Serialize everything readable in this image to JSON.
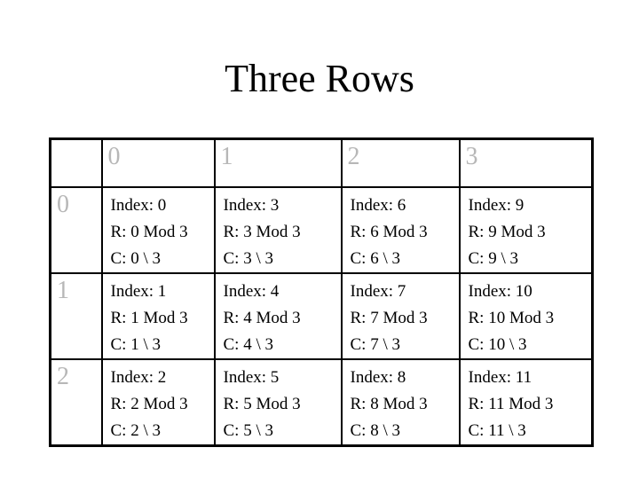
{
  "title": "Three Rows",
  "colors": {
    "background": "#ffffff",
    "border": "#000000",
    "header_text": "#b7b7b7",
    "cell_text": "#000000"
  },
  "table": {
    "corner_label": "",
    "column_headers": [
      "0",
      "1",
      "2",
      "3"
    ],
    "rows": [
      {
        "header": "0",
        "cells": [
          {
            "index": "Index: 0",
            "r": "R: 0 Mod 3",
            "c": "C: 0 \\ 3"
          },
          {
            "index": "Index: 3",
            "r": "R: 3 Mod 3",
            "c": "C: 3 \\ 3"
          },
          {
            "index": "Index: 6",
            "r": "R: 6 Mod 3",
            "c": "C: 6 \\ 3"
          },
          {
            "index": "Index: 9",
            "r": "R: 9 Mod 3",
            "c": "C: 9 \\ 3"
          }
        ]
      },
      {
        "header": "1",
        "cells": [
          {
            "index": "Index: 1",
            "r": "R: 1 Mod 3",
            "c": "C: 1 \\ 3"
          },
          {
            "index": "Index: 4",
            "r": "R: 4 Mod 3",
            "c": "C: 4 \\ 3"
          },
          {
            "index": "Index: 7",
            "r": "R: 7 Mod 3",
            "c": "C: 7 \\ 3"
          },
          {
            "index": "Index: 10",
            "r": "R: 10 Mod 3",
            "c": "C: 10 \\ 3"
          }
        ]
      },
      {
        "header": "2",
        "cells": [
          {
            "index": "Index: 2",
            "r": "R: 2 Mod 3",
            "c": "C: 2 \\ 3"
          },
          {
            "index": "Index: 5",
            "r": "R: 5 Mod 3",
            "c": "C: 5 \\ 3"
          },
          {
            "index": "Index: 8",
            "r": "R: 8 Mod 3",
            "c": "C: 8 \\ 3"
          },
          {
            "index": "Index: 11",
            "r": "R: 11 Mod 3",
            "c": "C: 11 \\ 3"
          }
        ]
      }
    ]
  }
}
